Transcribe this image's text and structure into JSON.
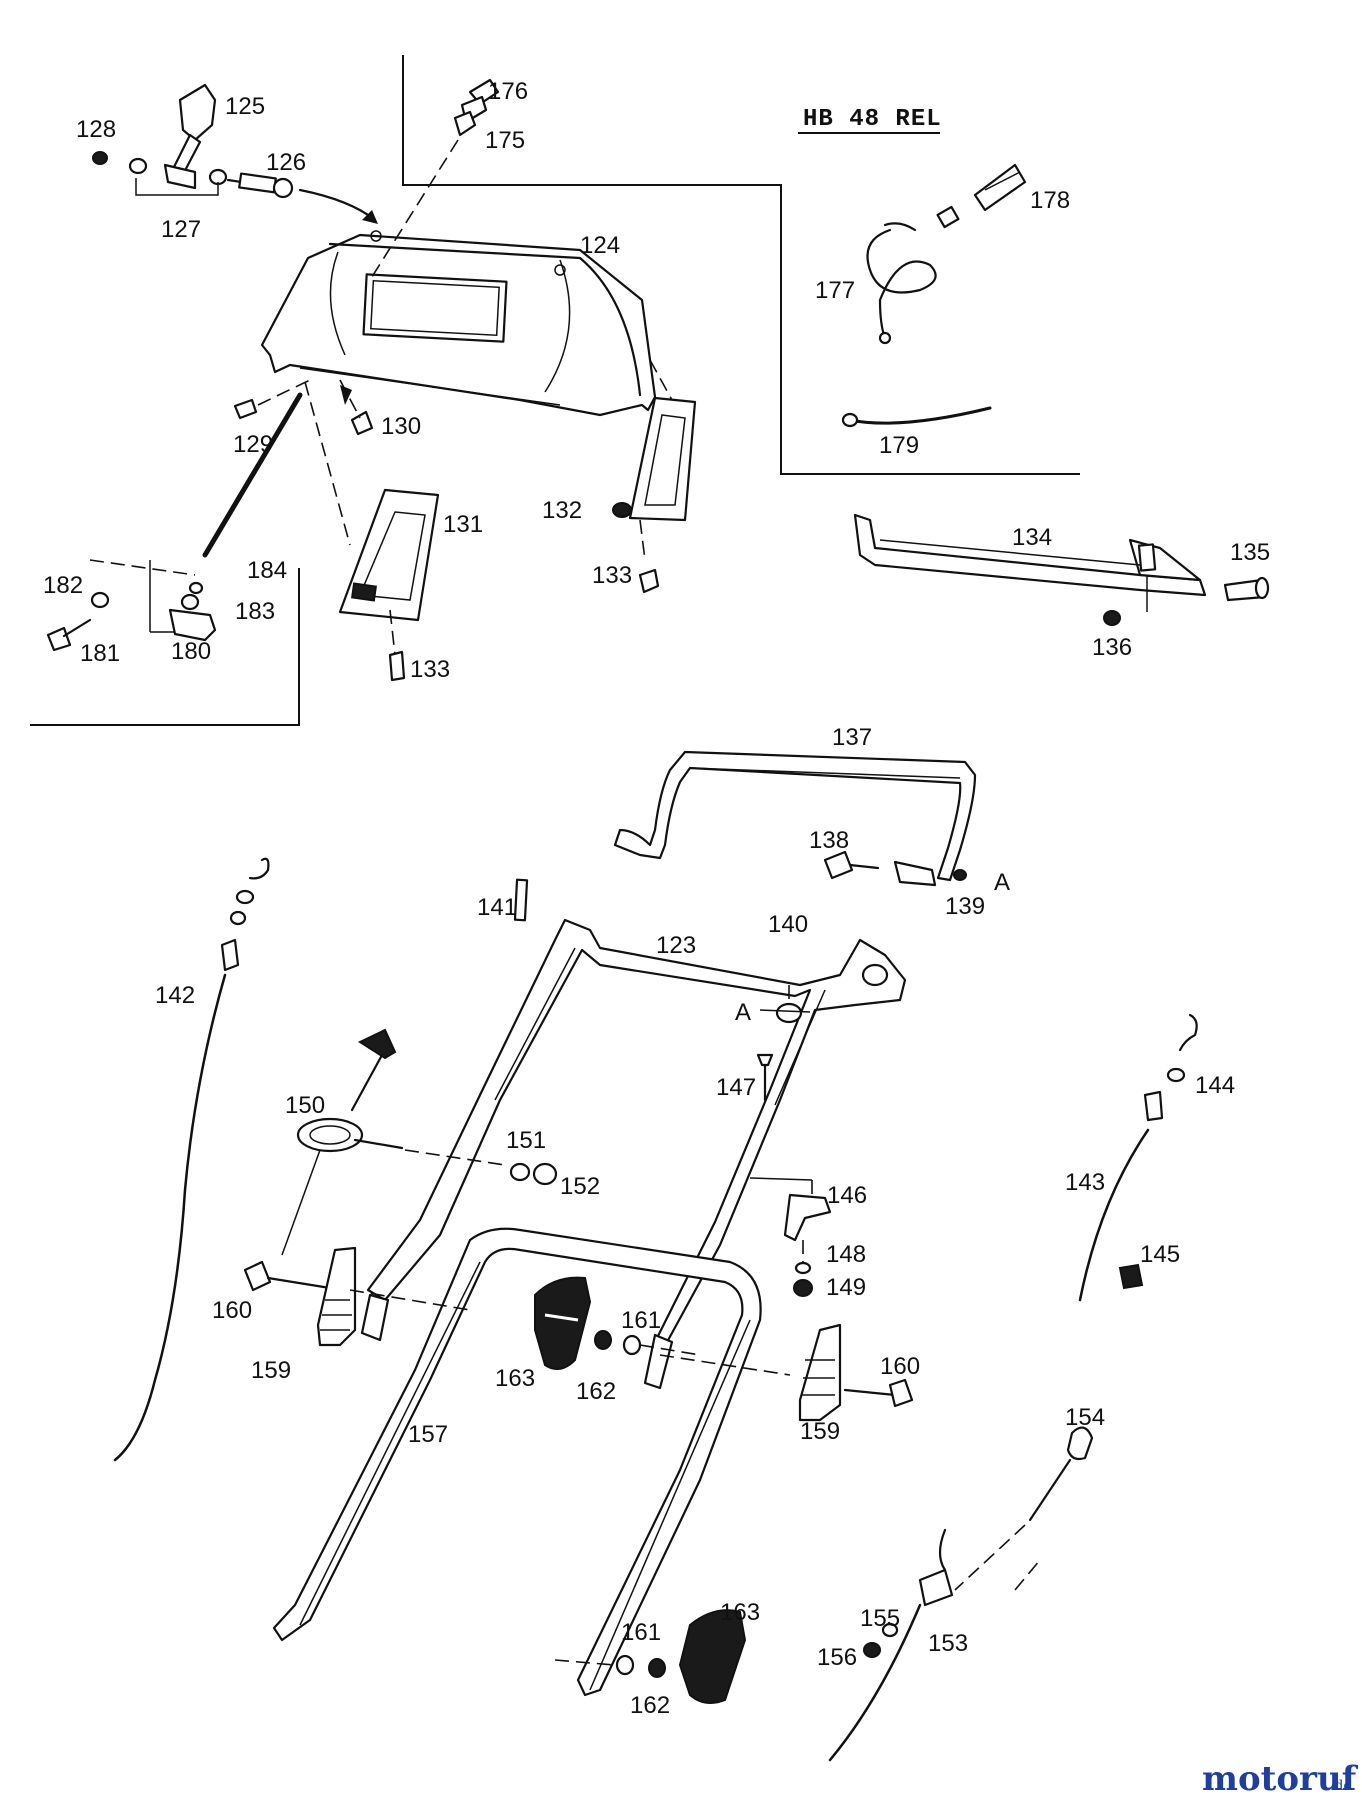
{
  "model_label": "HB 48 REL",
  "watermark": {
    "text": "motoruf",
    "suffix": ".de",
    "color_main": "#1f3f9e",
    "color_accent": "#d6262b",
    "color_green": "#2a9d3a"
  },
  "labels": {
    "p123": "123",
    "p124": "124",
    "p125": "125",
    "p126": "126",
    "p127": "127",
    "p128": "128",
    "p129": "129",
    "p130": "130",
    "p131": "131",
    "p132": "132",
    "p133a": "133",
    "p133b": "133",
    "p134": "134",
    "p135": "135",
    "p136": "136",
    "p137": "137",
    "p138": "138",
    "p139": "139",
    "p140": "140",
    "p141": "141",
    "p142": "142",
    "p143": "143",
    "p144": "144",
    "p145": "145",
    "p146": "146",
    "p147": "147",
    "p148": "148",
    "p149": "149",
    "p150": "150",
    "p151": "151",
    "p152": "152",
    "p153": "153",
    "p154": "154",
    "p155": "155",
    "p156": "156",
    "p157": "157",
    "p159a": "159",
    "p159b": "159",
    "p160a": "160",
    "p160b": "160",
    "p161a": "161",
    "p161b": "161",
    "p162a": "162",
    "p162b": "162",
    "p163a": "163",
    "p163b": "163",
    "p175": "175",
    "p176": "176",
    "p177": "177",
    "p178": "178",
    "p179": "179",
    "p180": "180",
    "p181": "181",
    "p182": "182",
    "p183": "183",
    "p184": "184",
    "refA1": "A",
    "refA2": "A"
  }
}
